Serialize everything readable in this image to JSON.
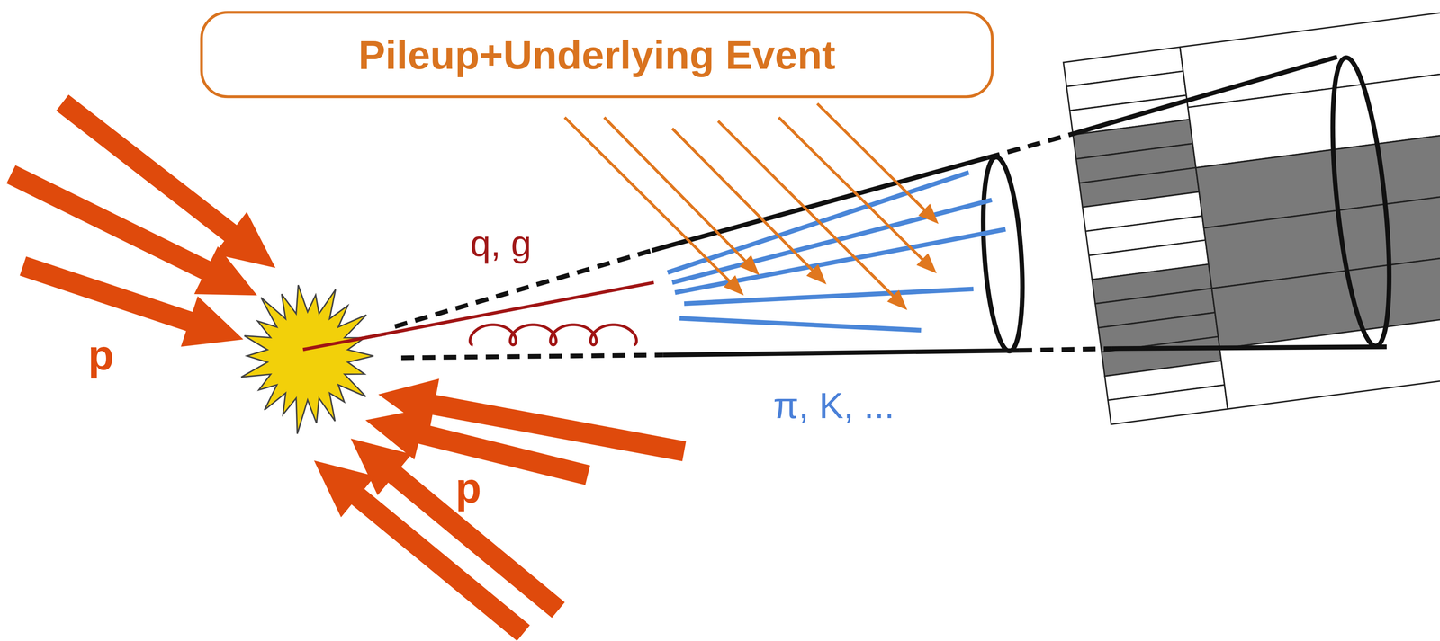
{
  "diagram": {
    "nodes": [
      {
        "text": [
          "Pileup+Underlying Event"
        ]
      }
    ],
    "labels": [
      "q, g",
      "p",
      "π, K, ...",
      "p"
    ]
  }
}
